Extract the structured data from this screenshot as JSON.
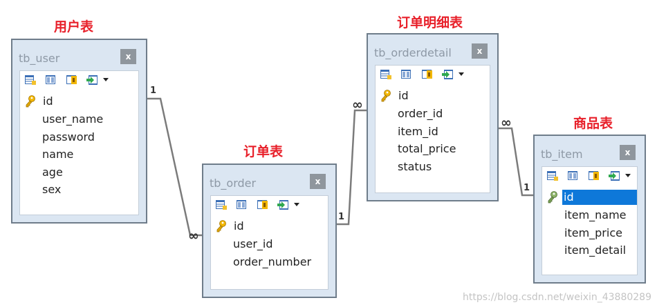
{
  "captions": {
    "user": "用户表",
    "order": "订单表",
    "orderdetail": "订单明细表",
    "item": "商品表"
  },
  "close_glyph": "x",
  "tables": {
    "tb_user": {
      "name": "tb_user",
      "pk": "id",
      "fields": [
        "user_name",
        "password",
        "name",
        "age",
        "sex"
      ]
    },
    "tb_order": {
      "name": "tb_order",
      "pk": "id",
      "fields": [
        "user_id",
        "order_number"
      ]
    },
    "tb_orderdetail": {
      "name": "tb_orderdetail",
      "pk": "id",
      "fields": [
        "order_id",
        "item_id",
        "total_price",
        "status"
      ]
    },
    "tb_item": {
      "name": "tb_item",
      "pk": "id",
      "fields": [
        "item_name",
        "item_price",
        "item_detail"
      ]
    }
  },
  "relations": {
    "user_order": {
      "one": "1",
      "many": "∞"
    },
    "order_detail": {
      "one": "1",
      "many": "∞"
    },
    "detail_item": {
      "many": "∞",
      "one": "1"
    }
  },
  "watermark": "https://blog.csdn.net/weixin_43880289",
  "colors": {
    "caption": "#e8202a",
    "frame": "#dbe6f2",
    "selection": "#0e78d9"
  }
}
